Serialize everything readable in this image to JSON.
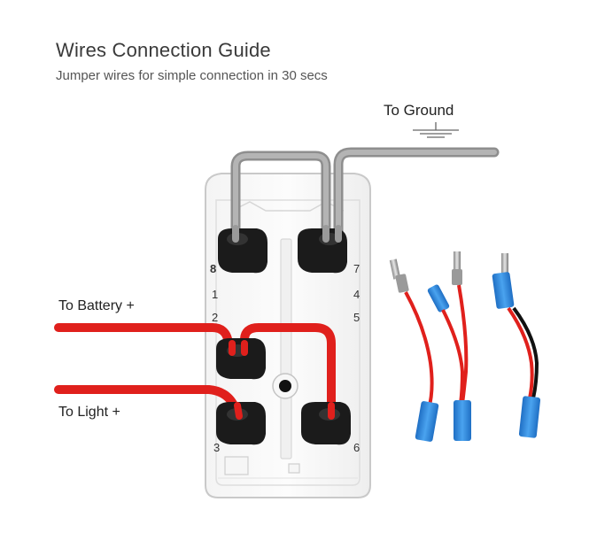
{
  "header": {
    "title": "Wires Connection Guide",
    "subtitle": "Jumper wires for simple connection in 30 secs"
  },
  "labels": {
    "ground": "To  Ground",
    "battery": "To  Battery  +",
    "light": "To  Light  +"
  },
  "pins": {
    "p8": "8",
    "p1": "1",
    "p2": "2",
    "p3": "3",
    "p7": "7",
    "p4": "4",
    "p5": "5",
    "p6": "6"
  },
  "colors": {
    "red_wire": "#e0201c",
    "grey_wire": "#9a9a9a",
    "terminal": "#1b1b1b",
    "connector_blue": "#2f86d6",
    "housing_outline": "#cfcfcf"
  }
}
